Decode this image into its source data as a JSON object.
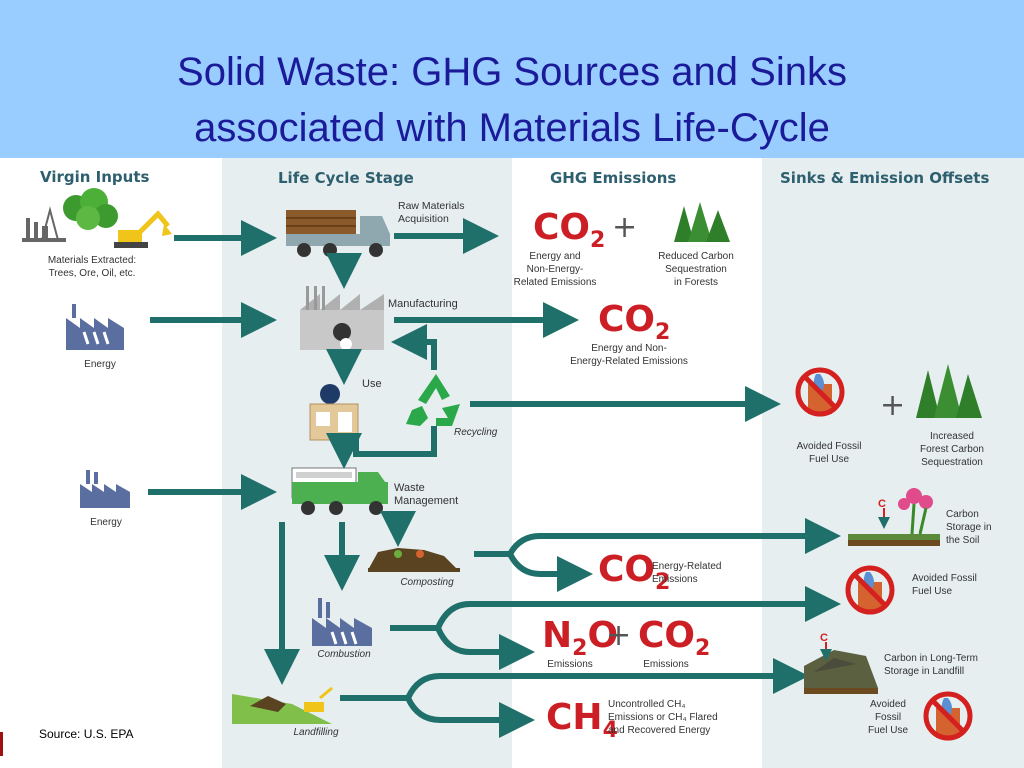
{
  "title": {
    "line1": "Solid Waste: GHG Sources and Sinks",
    "line2": "associated with Materials Life-Cycle"
  },
  "columns": {
    "virgin_inputs": "Virgin Inputs",
    "life_cycle_stage": "Life Cycle Stage",
    "ghg_emissions": "GHG Emissions",
    "sinks_offsets": "Sinks & Emission Offsets"
  },
  "inputs": {
    "materials": "Materials Extracted:\nTrees, Ore, Oil, etc.",
    "energy1": "Energy",
    "energy2": "Energy"
  },
  "stages": {
    "raw": "Raw Materials\nAcquisition",
    "manufacturing": "Manufacturing",
    "use": "Use",
    "recycling": "Recycling",
    "waste": "Waste\nManagement",
    "composting": "Composting",
    "combustion": "Combustion",
    "landfilling": "Landfilling"
  },
  "emissions": {
    "co2": "CO",
    "two": "2",
    "n2o_n": "N",
    "n2o_o": "O",
    "ch4": "CH",
    "four": "4",
    "plus": "+",
    "raw_co2": "Energy and\nNon-Energy-\nRelated Emissions",
    "reduced": "Reduced Carbon\nSequestration\nin Forests",
    "mfg_co2": "Energy and Non-\nEnergy-Related Emissions",
    "energy_related": "Energy-Related\nEmissions",
    "n2o_emissions": "Emissions",
    "co2_emissions": "Emissions",
    "ch4_label": "Uncontrolled CH₄\nEmissions or CH₄ Flared\nand Recovered Energy"
  },
  "sinks": {
    "avoided1": "Avoided Fossil\nFuel Use",
    "increased": "Increased\nForest Carbon\nSequestration",
    "carbon_soil": "Carbon\nStorage in\nthe Soil",
    "avoided2": "Avoided Fossil\nFuel Use",
    "carbon_landfill": "Carbon in Long-Term\nStorage in Landfill",
    "avoided3": "Avoided\nFossil\nFuel Use",
    "c": "C"
  },
  "source": "Source: U.S. EPA",
  "colors": {
    "title_band": "#99ccff",
    "title_text": "#1b1b9a",
    "arrow": "#1f6f6a",
    "gas": "#cc1f25",
    "header": "#2d5f6e",
    "stage_panel": "#e6eef0",
    "sink_panel": "#e6eef0",
    "recycle": "#2aa84a"
  }
}
